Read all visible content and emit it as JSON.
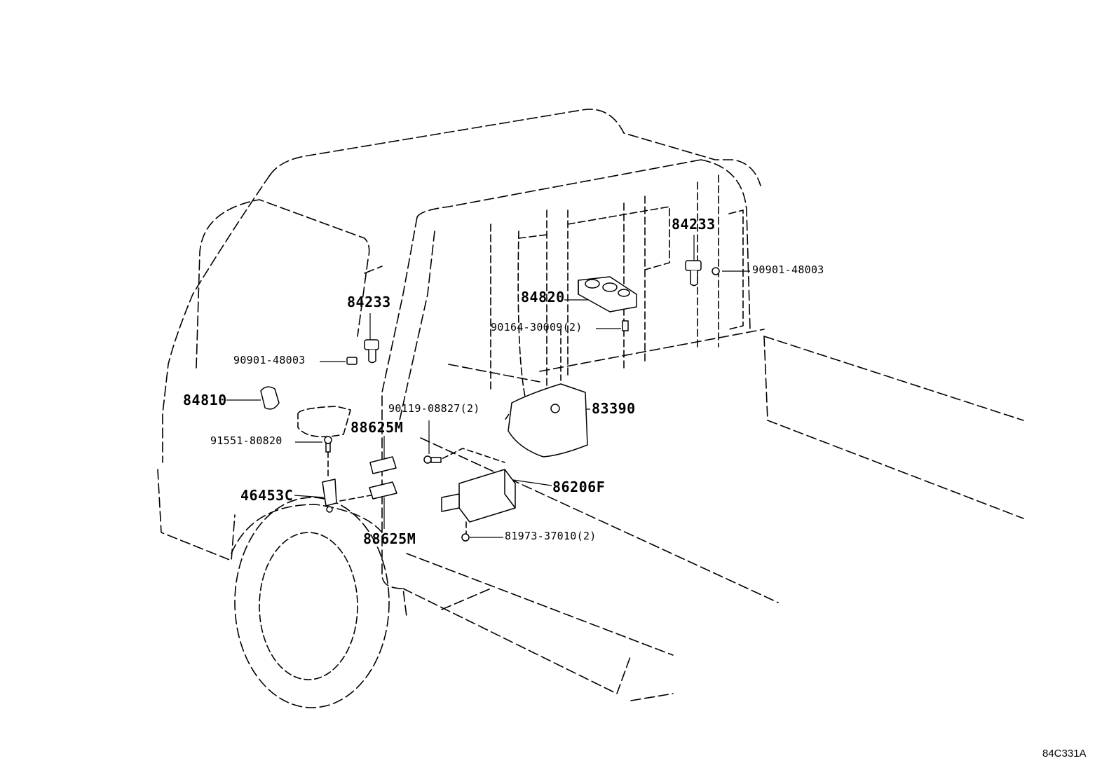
{
  "diagram_ref": "84C331A",
  "parts": [
    {
      "id": "p84233_right",
      "number": "84233"
    },
    {
      "id": "p90901_right",
      "number": "90901-48003"
    },
    {
      "id": "p84820",
      "number": "84820"
    },
    {
      "id": "p90164",
      "number": "90164-30009(2)"
    },
    {
      "id": "p84233_left",
      "number": "84233"
    },
    {
      "id": "p90901_left",
      "number": "90901-48003"
    },
    {
      "id": "p84810",
      "number": "84810"
    },
    {
      "id": "p90119",
      "number": "90119-08827(2)"
    },
    {
      "id": "p83390",
      "number": "83390"
    },
    {
      "id": "p88625m_top",
      "number": "88625M"
    },
    {
      "id": "p91551",
      "number": "91551-80820"
    },
    {
      "id": "p86206f",
      "number": "86206F"
    },
    {
      "id": "p46453c",
      "number": "46453C"
    },
    {
      "id": "p81973",
      "number": "81973-37010(2)"
    },
    {
      "id": "p88625m_bottom",
      "number": "88625M"
    }
  ]
}
